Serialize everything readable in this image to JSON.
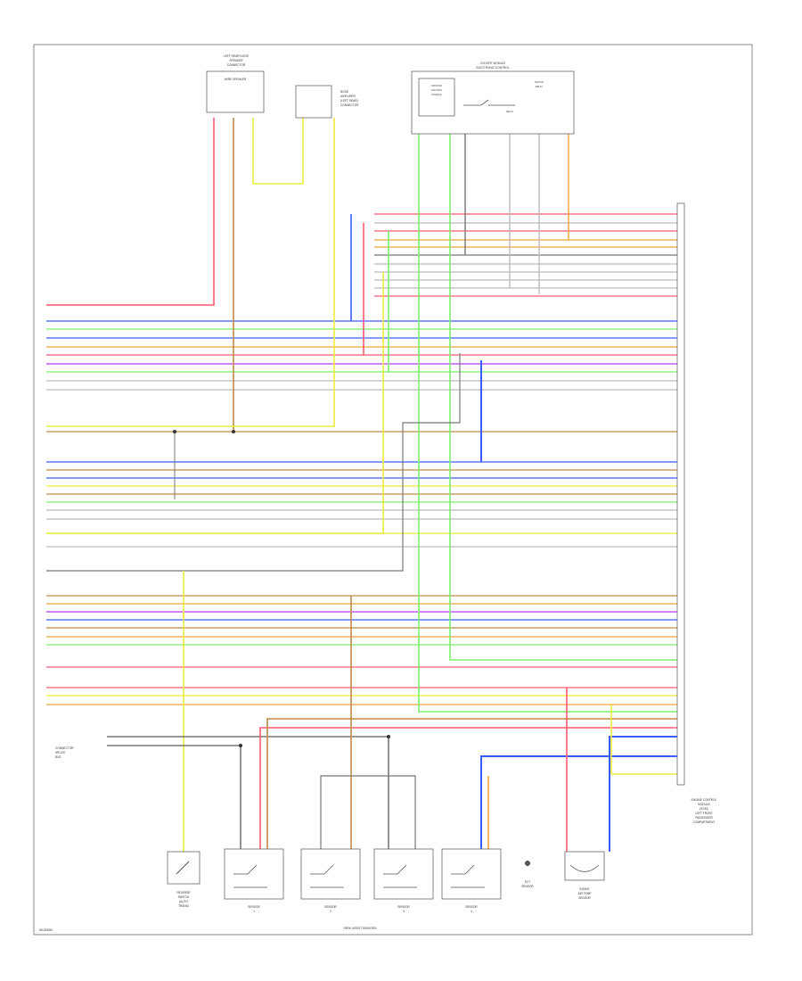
{
  "diagram": {
    "footer_code": "W1234567",
    "components": {
      "top_left": {
        "title_lines": [
          "LEFT REAR DOOR",
          "SPEAKER",
          "CONNECTOR"
        ],
        "sublabel": "WIRE SPEAKER"
      },
      "top_mid": {
        "label_lines": [
          "BOSE",
          "AMPLIFIER",
          "(LEFT REAR)",
          "CONNECTOR"
        ]
      },
      "top_right": {
        "title_lines": [
          "COCKPIT MODULE",
          "ELECTRONIC CONTROL"
        ],
        "inner_left": [
          "GROUND",
          "CONTROL",
          "MODULE"
        ],
        "inner_right": [
          "SWITCH",
          "RELAY"
        ],
        "inner_sub": "RELAY"
      },
      "right_module": {
        "label_lines": [
          "ENGINE CONTROL",
          "MODULE",
          "(ECM)",
          "LEFT FRONT",
          "PASSENGER",
          "COMPARTMENT"
        ]
      },
      "left_splice": {
        "label_lines": [
          "CONNECTOR",
          "SPLICE",
          "BUS"
        ]
      },
      "bottom": [
        {
          "label_lines": [
            "REVERSE",
            "SWITCH",
            "(AUTO",
            "TRANS)"
          ]
        },
        {
          "label_lines": [
            "SENSOR",
            "1"
          ]
        },
        {
          "label_lines": [
            "SENSOR",
            "2"
          ]
        },
        {
          "label_lines": [
            "SENSOR",
            "3"
          ]
        },
        {
          "label_lines": [
            "SENSOR",
            "4"
          ]
        },
        {
          "label_lines": [
            "ECT",
            "SENSOR"
          ]
        },
        {
          "label_lines": [
            "INTAKE",
            "AIR TEMP",
            "SENSOR"
          ]
        }
      ],
      "bottom_caption": "PARK ASSIST SENSORS"
    }
  }
}
